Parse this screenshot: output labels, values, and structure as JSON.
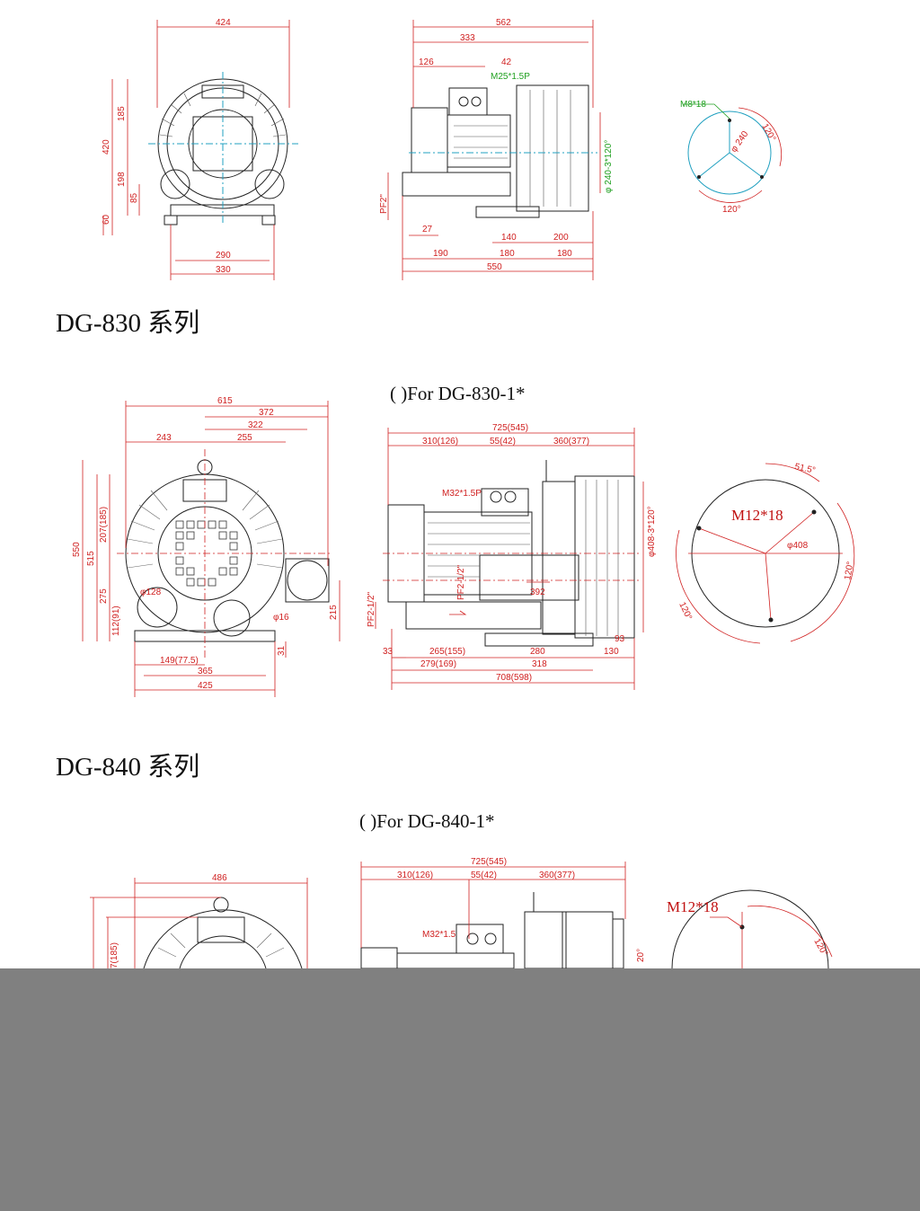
{
  "headings": {
    "series_830": "DG-830 系列",
    "series_840": "DG-840 系列",
    "for_830": "( )For DG-830-1*",
    "for_840": "( )For DG-840-1*"
  },
  "colors": {
    "dimension": "#d02020",
    "centerline": "#20a0c0",
    "thread_note": "#20a020",
    "linework": "#222222",
    "mask": "#808080"
  },
  "drawing_top": {
    "front_dims": [
      "424",
      "185",
      "420",
      "198",
      "85",
      "60",
      "290",
      "330"
    ],
    "side_dims": [
      "562",
      "333",
      "126",
      "42",
      "PF2\"",
      "27",
      "190",
      "180",
      "180",
      "140",
      "200",
      "550"
    ],
    "thread": "M25*1.5P",
    "flange_pcd": "φ 240-3*120°",
    "bolt_note": "M8*18",
    "bolt_circle": "φ 240",
    "angle_a": "120°",
    "angle_b": "120°"
  },
  "drawing_830": {
    "front_dims": [
      "615",
      "372",
      "322",
      "243",
      "255",
      "550",
      "515",
      "207(185)",
      "275",
      "112(91)",
      "φ128",
      "φ16",
      "215",
      "31",
      "149(77.5)",
      "365",
      "425"
    ],
    "side_dims": [
      "725(545)",
      "310(126)",
      "55(42)",
      "360(377)",
      "PF2-1/2\"",
      "392",
      "PF2-1/2\"",
      "33",
      "265(155)",
      "280",
      "93",
      "130",
      "279(169)",
      "318",
      "708(598)"
    ],
    "thread": "M32*1.5P",
    "flange_pcd": "φ408-3*120°",
    "bolt_note": "M12*18",
    "bolt_circle": "φ408",
    "angle_a": "51.5°",
    "angle_b": "120°",
    "angle_c": "120°"
  },
  "drawing_840": {
    "front_dims": [
      "486",
      "7(185)"
    ],
    "side_dims": [
      "725(545)",
      "310(126)",
      "55(42)",
      "360(377)",
      "20°"
    ],
    "thread": "M32*1.5",
    "bolt_note": "M12*18",
    "angle_a": "120°"
  }
}
